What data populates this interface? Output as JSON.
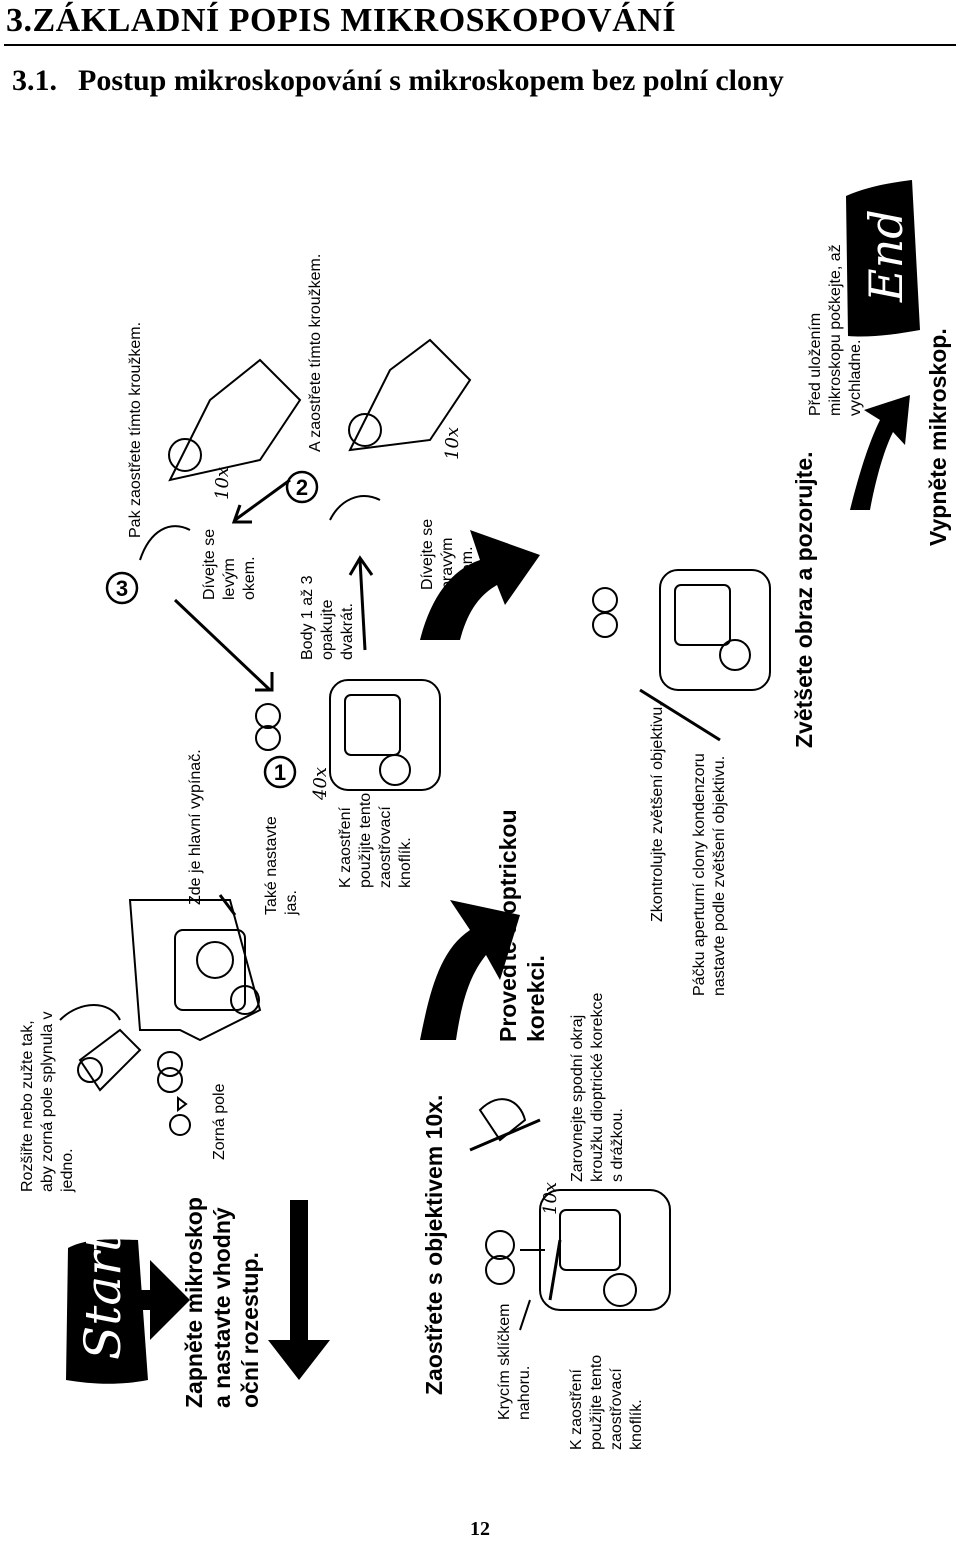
{
  "header": {
    "title": "3.ZÁKLADNÍ POPIS MIKROSKOPOVÁNÍ",
    "section_number": "3.1.",
    "section_title": "Postup mikroskopování s mikroskopem bez polní clony"
  },
  "flow": {
    "start_label": "Start",
    "end_label": "End",
    "step1_title": "Zapněte mikroskop a nastavte vhodný oční rozestup.",
    "step1_note_fields": "Rozšiřte nebo zužte tak, aby zorná pole splynula v jedno.",
    "step1_note_field_label": "Zorná pole",
    "step1_note_switch": "Zde je hlavní vypínač.",
    "step1_note_brightness": "Také nastavte jas.",
    "step2_title": "Zaostřete s objektivem 10x.",
    "step2_note_slide": "Krycím sklíčkem nahoru.",
    "step2_note_focus": "K zaostření použijte tento zaostřovací knoflík.",
    "step2_note_ring": "Zarovnejte spodní okraj kroužku dioptrické korekce s drážkou.",
    "step3_title": "Proveďte dioptrickou korekci.",
    "step3_note_focus40": "K zaostření použijte tento zaostřovací knoflík.",
    "step3_note_right_eye": "Dívejte se pravým okem.",
    "step3_note_ring_right": "A zaostřete tímto kroužkem.",
    "step3_note_left_eye": "Dívejte se levým okem.",
    "step3_note_ring_left": "Pak zaostřete tímto kroužkem.",
    "step3_note_repeat": "Body 1 až 3 opakujte dvakrát.",
    "step4_note_check": "Zkontrolujte zvětšení objektivu.",
    "step4_note_aperture": "Páčku aperturní clony kondenzoru nastavte podle zvětšení objektivu.",
    "step4_title": "Zvětšete obraz a pozorujte.",
    "step5_title": "Vypněte mikroskop.",
    "step5_note_cool": "Před uložením mikroskopu počkejte, až vychladne.",
    "mag_10x": "10x",
    "mag_40x": "40x",
    "circle_1": "1",
    "circle_2": "2",
    "circle_3": "3"
  },
  "footer": {
    "page_number": "12"
  }
}
